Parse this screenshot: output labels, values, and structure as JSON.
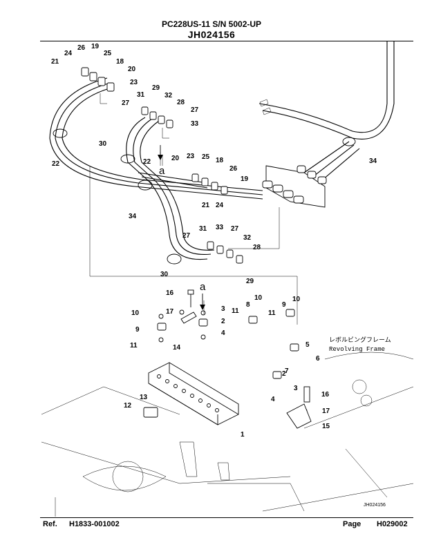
{
  "header": {
    "model_line": "PC228US-11 S/N 5002-UP",
    "drawing_code": "JH024156"
  },
  "diagram": {
    "view_marker": "a",
    "jp_note": "レボルビングフレーム",
    "en_note": "Revolving Frame",
    "drawing_id_mark": "JH024156",
    "callouts": {
      "c1": "1",
      "c2a": "2",
      "c2b": "2",
      "c3a": "3",
      "c3b": "3",
      "c4a": "4",
      "c4b": "4",
      "c5": "5",
      "c6": "6",
      "c7": "7",
      "c8": "8",
      "c9a": "9",
      "c9b": "9",
      "c10a": "10",
      "c10b": "10",
      "c10c": "10",
      "c11a": "11",
      "c11b": "11",
      "c11c": "11",
      "c12": "12",
      "c13": "13",
      "c14": "14",
      "c15": "15",
      "c16a": "16",
      "c16b": "16",
      "c17a": "17",
      "c17b": "17",
      "c18a": "18",
      "c18b": "18",
      "c19a": "19",
      "c19b": "19",
      "c20a": "20",
      "c20b": "20",
      "c21a": "21",
      "c21b": "21",
      "c22a": "22",
      "c22b": "22",
      "c23a": "23",
      "c23b": "23",
      "c24a": "24",
      "c24b": "24",
      "c25a": "25",
      "c25b": "25",
      "c26a": "26",
      "c26b": "26",
      "c27a": "27",
      "c27b": "27",
      "c27c": "27",
      "c28a": "28",
      "c28b": "28",
      "c29a": "29",
      "c29b": "29",
      "c30a": "30",
      "c30b": "30",
      "c31a": "31",
      "c31b": "31",
      "c32a": "32",
      "c32b": "32",
      "c33a": "33",
      "c33b": "33",
      "c34a": "34",
      "c34b": "34"
    }
  },
  "footer": {
    "ref_label": "Ref.",
    "ref_value": "H1833-001002",
    "page_label": "Page",
    "page_value": "H029002"
  }
}
